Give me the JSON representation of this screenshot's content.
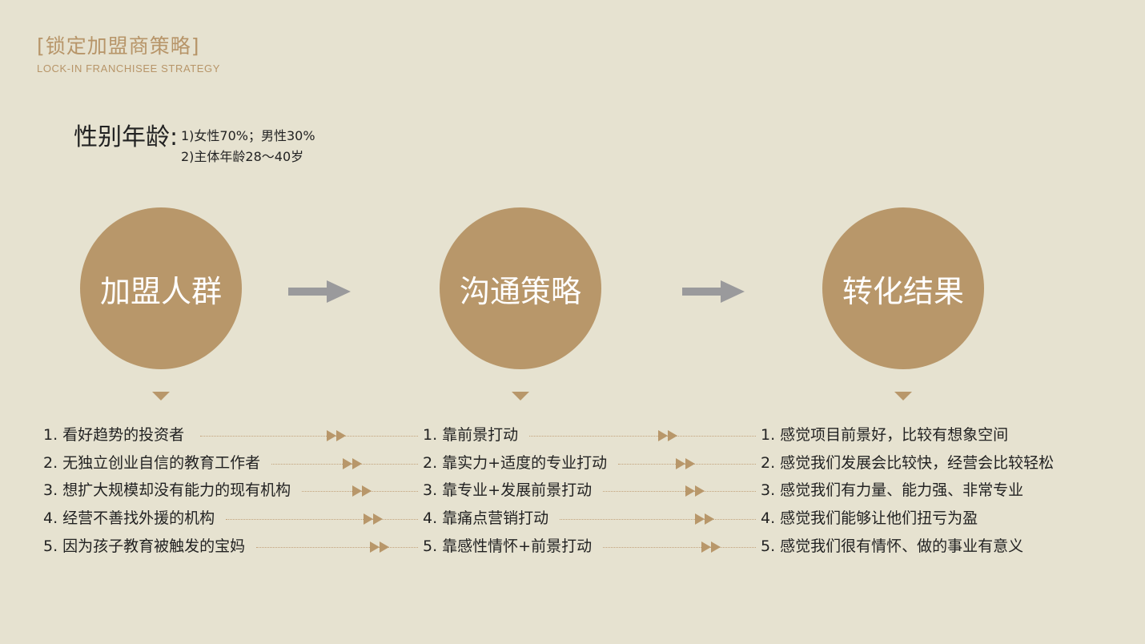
{
  "header": {
    "title": "[锁定加盟商策略]",
    "subtitle": "LOCK-IN FRANCHISEE STRATEGY"
  },
  "demographics": {
    "label": "性别年龄:",
    "lines": [
      "1)女性70%；男性30%",
      "2)主体年龄28～40岁"
    ]
  },
  "stages": [
    {
      "label": "加盟人群"
    },
    {
      "label": "沟通策略"
    },
    {
      "label": "转化结果"
    }
  ],
  "columns": [
    {
      "items": [
        "1. 看好趋势的投资者",
        "2. 无独立创业自信的教育工作者",
        "3. 想扩大规模却没有能力的现有机构",
        "4. 经营不善找外援的机构",
        "5. 因为孩子教育被触发的宝妈"
      ]
    },
    {
      "items": [
        "1. 靠前景打动",
        "2. 靠实力+适度的专业打动",
        "3. 靠专业+发展前景打动",
        "4. 靠痛点营销打动",
        "5. 靠感性情怀+前景打动"
      ]
    },
    {
      "items": [
        "1. 感觉项目前景好，比较有想象空间",
        "2. 感觉我们发展会比较快，经营会比较轻松",
        "3. 感觉我们有力量、能力强、非常专业",
        "4. 感觉我们能够让他们扭亏为盈",
        "5. 感觉我们很有情怀、做的事业有意义"
      ]
    }
  ],
  "colors": {
    "background": "#e6e2d0",
    "accent": "#b8976a",
    "arrow_gray": "#9a9a9c"
  }
}
